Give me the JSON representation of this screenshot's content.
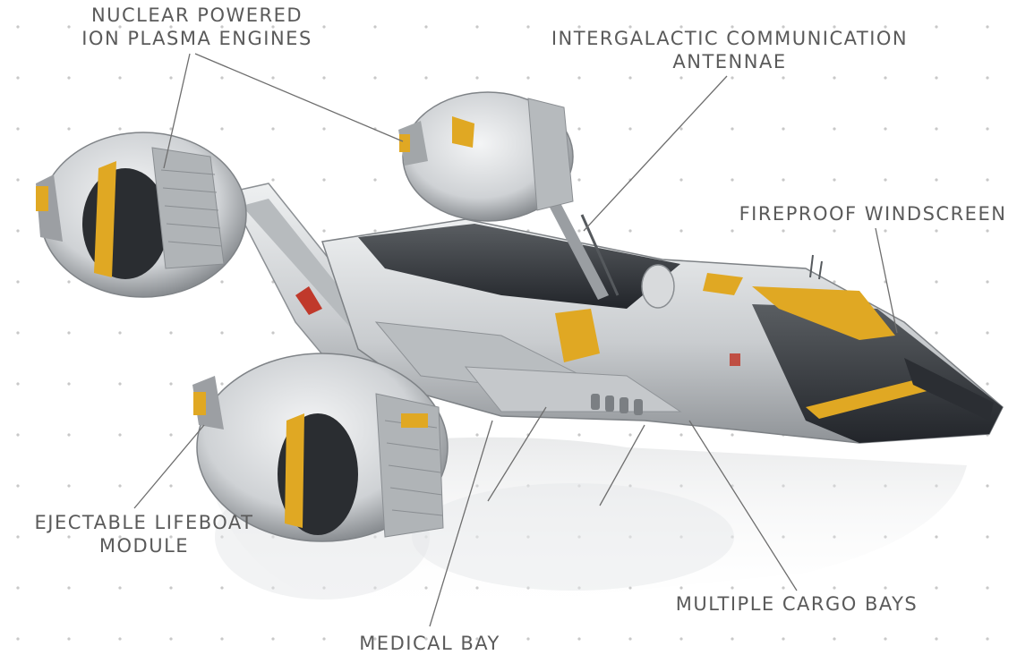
{
  "labels": {
    "engines": [
      "NUCLEAR POWERED",
      "ION PLASMA ENGINES"
    ],
    "antennae": [
      "INTERGALACTIC COMMUNICATION",
      "ANTENNAE"
    ],
    "windscreen": "FIREPROOF WINDSCREEN",
    "lifeboat": [
      "EJECTABLE LIFEBOAT",
      "MODULE"
    ],
    "cargo": "MULTIPLE CARGO BAYS",
    "medical": "MEDICAL BAY"
  },
  "colors": {
    "hull": "#d7d9da",
    "hull_dark": "#3a3d40",
    "accent": "#e0a823",
    "label_text": "#5a5a5a",
    "leader_line": "#6e6e6e",
    "dot_grid": "#c8c8c8"
  }
}
